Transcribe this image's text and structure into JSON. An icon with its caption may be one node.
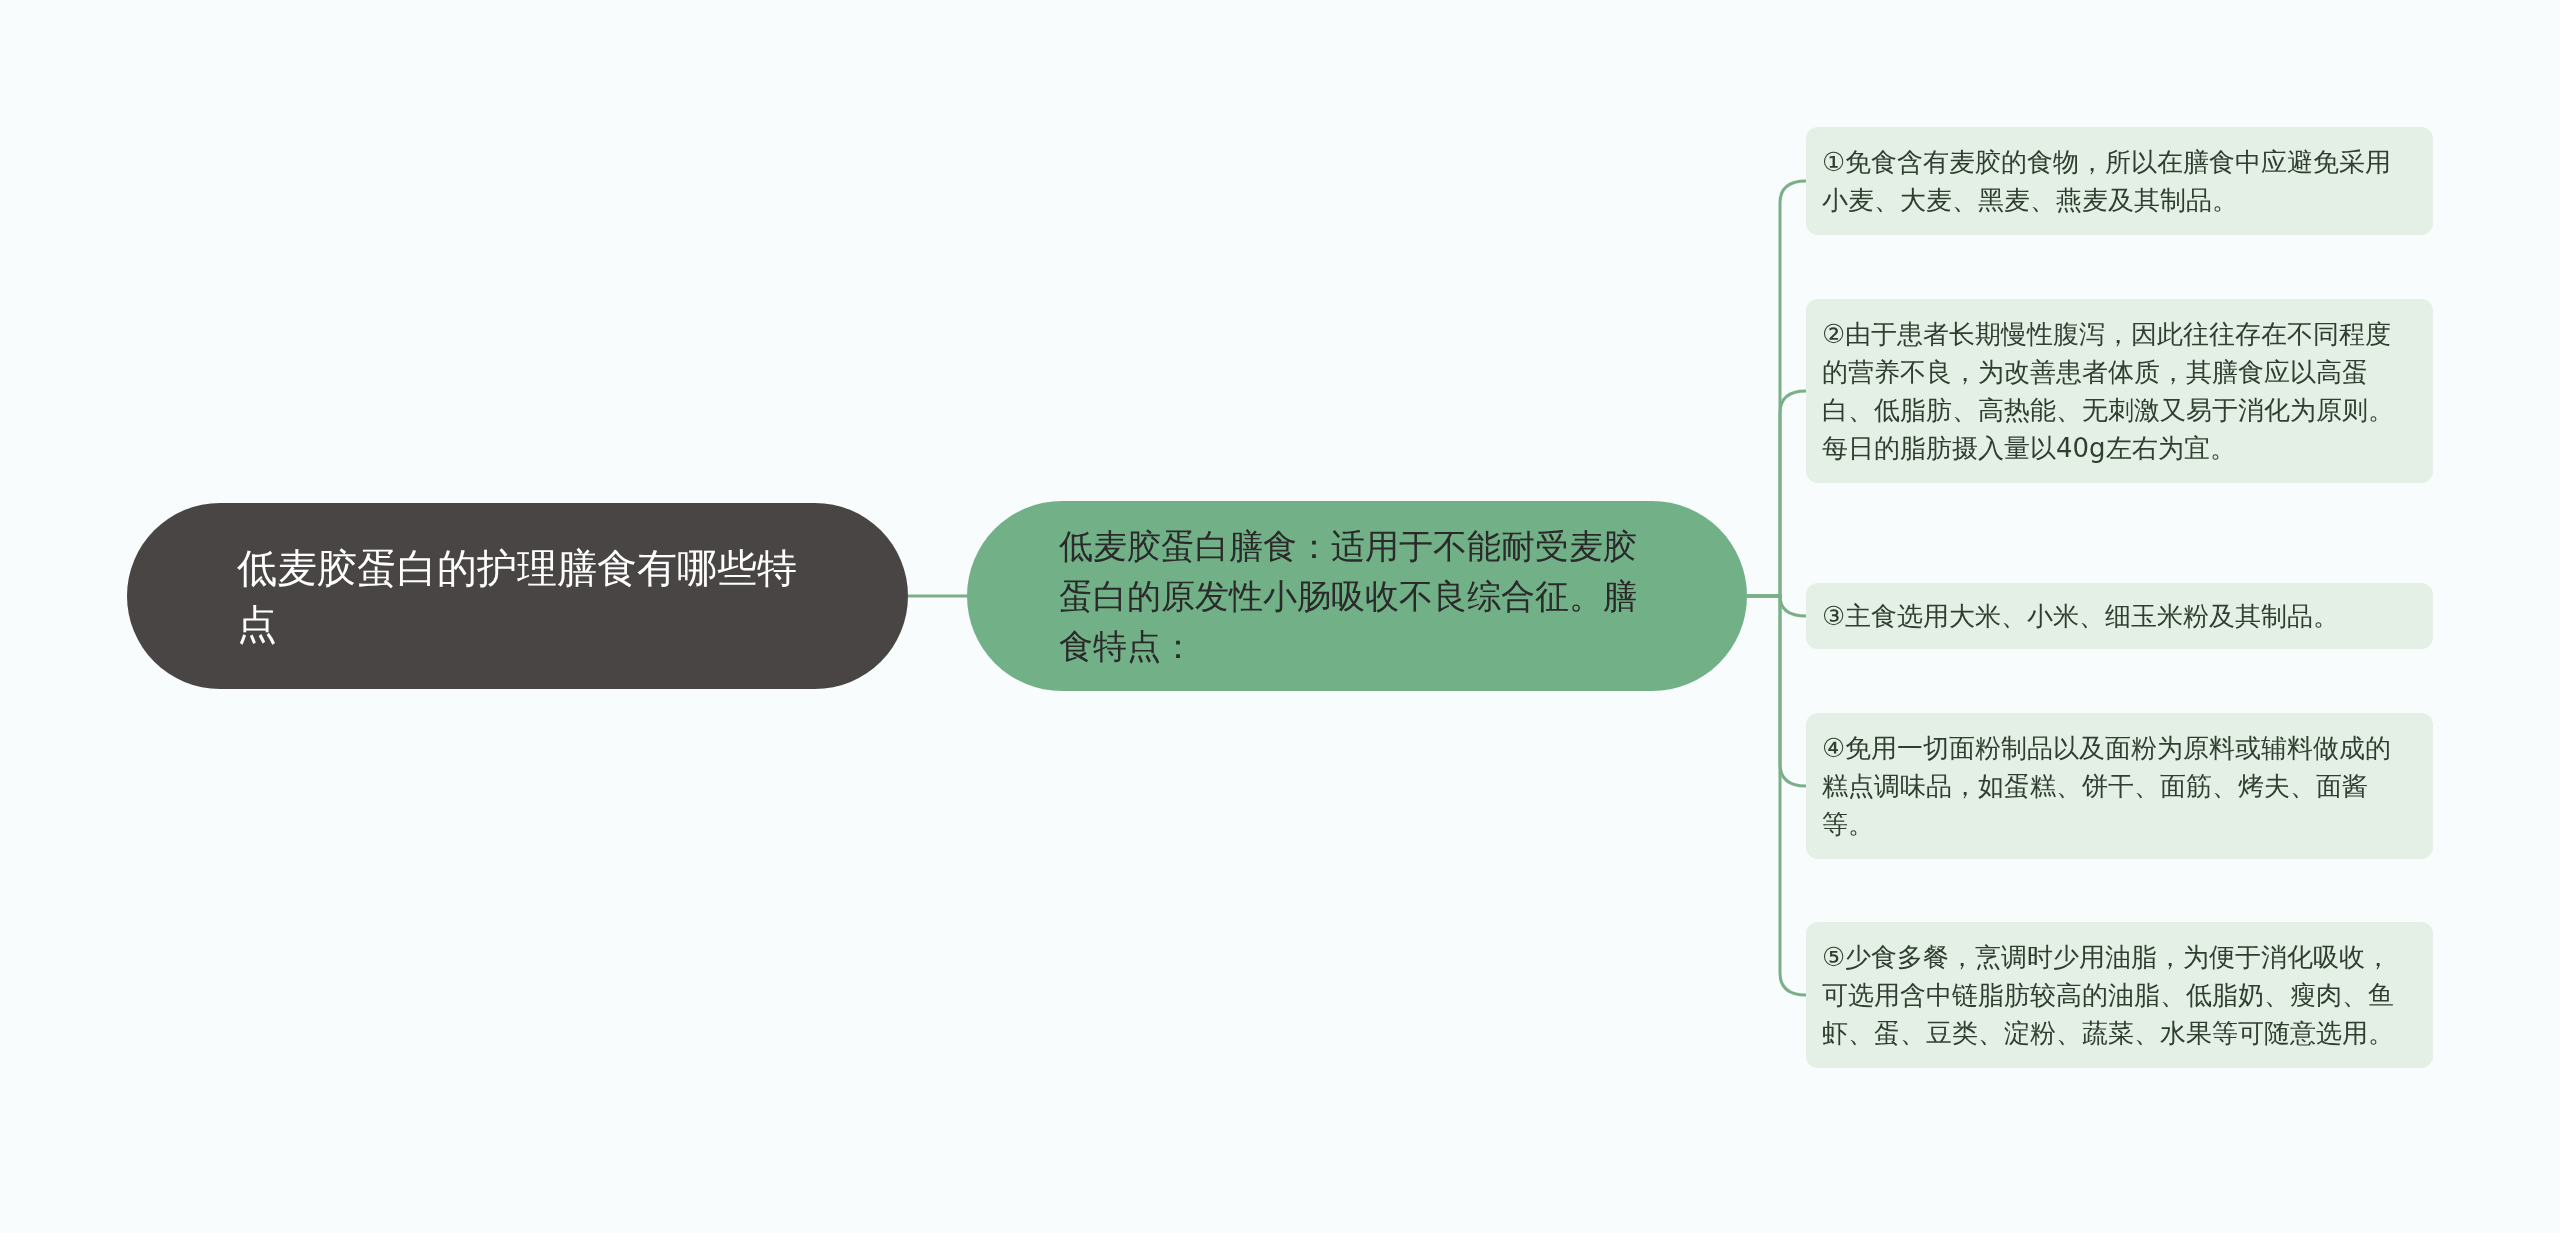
{
  "diagram": {
    "nodes": [
      {
        "text": [
          "低麦胶蛋白的护理膳食有哪些特点"
        ]
      },
      {
        "text": [
          "低麦胶蛋白膳食：适用于不能耐受麦胶蛋白的原发性小肠吸收不良综合征。膳食特点："
        ]
      },
      {
        "text": [
          "①免食含有麦胶的食物，所以在膳食中应避免采用小麦、大麦、黑麦、燕麦及其制品。"
        ]
      },
      {
        "text": [
          "②由于患者长期慢性腹泻，因此往往存在不同程度的营养不良，为改善患者体质，其膳食应以高蛋白、低脂肪、高热能、无刺激又易于消化为原则。每日的脂肪摄入量以40g左右为宜。"
        ]
      },
      {
        "text": [
          "③主食选用大米、小米、细玉米粉及其制品。"
        ]
      },
      {
        "text": [
          "④免用一切面粉制品以及面粉为原料或辅料做成的糕点调味品，如蛋糕、饼干、面筋、烤夫、面酱等。"
        ]
      },
      {
        "text": [
          "⑤少食多餐，烹调时少用油脂，为便于消化吸收，可选用含中链脂肪较高的油脂、低脂奶、瘦肉、鱼虾、蛋、豆类、淀粉、蔬菜、水果等可随意选用。"
        ]
      }
    ],
    "edges": [
      {
        "from": 0,
        "to": 1,
        "arrow": "none"
      },
      {
        "from": 1,
        "to": 2,
        "arrow": "none"
      },
      {
        "from": 1,
        "to": 3,
        "arrow": "none"
      },
      {
        "from": 1,
        "to": 4,
        "arrow": "none"
      },
      {
        "from": 1,
        "to": 5,
        "arrow": "none"
      },
      {
        "from": 1,
        "to": 6,
        "arrow": "none"
      }
    ]
  }
}
